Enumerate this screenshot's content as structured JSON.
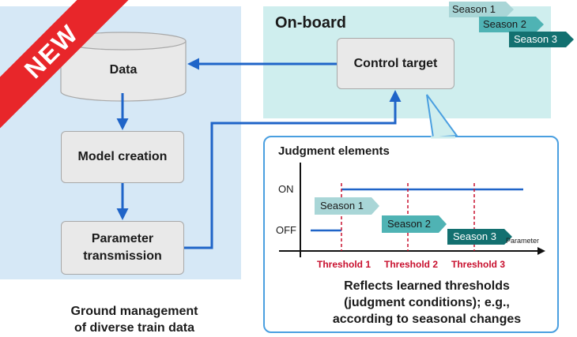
{
  "badge": {
    "text": "NEW"
  },
  "ground": {
    "data_label": "Data",
    "model_label": "Model creation",
    "param_line1": "Parameter",
    "param_line2": "transmission",
    "caption_line1": "Ground management",
    "caption_line2": "of diverse train data"
  },
  "onboard": {
    "title": "On-board",
    "control_label": "Control target",
    "seasons": [
      "Season 1",
      "Season 2",
      "Season 3"
    ]
  },
  "chart": {
    "title": "Judgment elements",
    "y_on": "ON",
    "y_off": "OFF",
    "x_label": "Parameter",
    "thresholds": [
      "Threshold 1",
      "Threshold 2",
      "Threshold 3"
    ],
    "seasons": [
      "Season 1",
      "Season 2",
      "Season 3"
    ],
    "caption_line1": "Reflects learned thresholds",
    "caption_line2": "(judgment conditions); e.g.,",
    "caption_line3": "according to seasonal changes"
  },
  "colors": {
    "ground_bg": "#d6e8f6",
    "onboard_bg": "#cfeeee",
    "arrow": "#1f64c8",
    "frame": "#4a9fe0",
    "season1": "#a9d6d7",
    "season2": "#4fb3b4",
    "season3": "#137070",
    "threshold": "#c8102e",
    "badge": "#e8262a"
  }
}
